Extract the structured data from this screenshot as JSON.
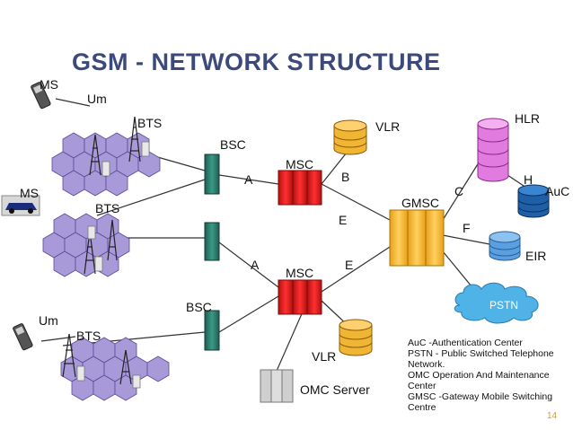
{
  "title": "GSM  - NETWORK STRUCTURE",
  "labels": {
    "ms_top": "MS",
    "um_top": "Um",
    "bts_top": "BTS",
    "bsc_top": "BSC",
    "ms_mid": "MS",
    "bts_mid": "BTS",
    "a_top": "A",
    "msc_top": "MSC",
    "vlr_top": "VLR",
    "b": "B",
    "hlr": "HLR",
    "gmsc": "GMSC",
    "c": "C",
    "h": "H",
    "auc": "AuC",
    "e_top": "E",
    "f": "F",
    "eir": "EIR",
    "a_bottom": "A",
    "msc_bottom": "MSC",
    "e_bottom": "E",
    "pstn": "PSTN",
    "bsc_bottom": "BSC",
    "um_bottom": "Um",
    "bts_bottom": "BTS",
    "vlr_bottom": "VLR",
    "omc": "OMC Server"
  },
  "legend": [
    "AuC -Authentication Center",
    "PSTN - Public Switched Telephone Network.",
    "OMC Operation And Maintenance Center",
    "GMSC -Gateway Mobile Switching Centre"
  ],
  "page_number": "14",
  "colors": {
    "title": "#3b4a7a",
    "msc": "#e21b1b",
    "gmsc": "#f6b82c",
    "bsc": "#2e7a6c",
    "hlr": "#e27be0",
    "auc": "#1e5fa8",
    "eir": "#5aa0e0",
    "vlr": "#f0b532",
    "pstn": "#4fb3e8",
    "cell": "#a89ad8"
  }
}
